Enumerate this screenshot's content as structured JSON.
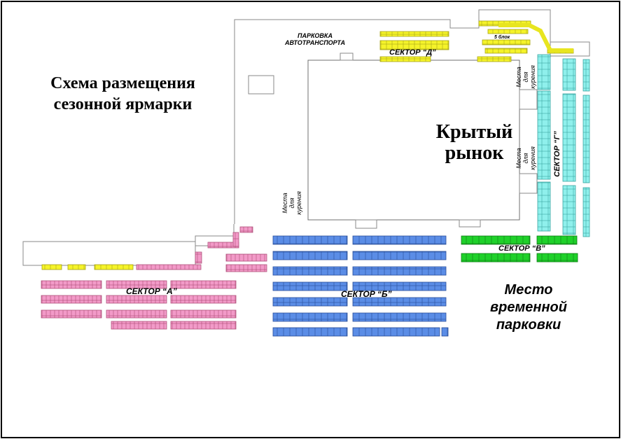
{
  "map": {
    "title_line1": "Схема размещения",
    "title_line2": "сезонной ярмарки",
    "market_line1": "Крытый",
    "market_line2": "рынок",
    "parking_line1": "ПАРКОВКА",
    "parking_line2": "АВТОТРАНСПОРТА",
    "temp_parking_line1": "Место",
    "temp_parking_line2": "временной",
    "temp_parking_line3": "парковки",
    "block_note": "5 блок",
    "smoking_line1": "Места",
    "smoking_line2": "для",
    "smoking_line3": "курения"
  },
  "sectors": {
    "a": {
      "label": "СЕКТОР “А”",
      "color": "#F29AC8"
    },
    "b": {
      "label": "СЕКТОР “Б”",
      "color": "#5B8DE6"
    },
    "v": {
      "label": "СЕКТОР “В”",
      "color": "#1FD12A"
    },
    "g": {
      "label": "СЕКТОР “Г”",
      "color": "#8FF0EC"
    },
    "d": {
      "label": "СЕКТОР “Д”",
      "color": "#F5F32A"
    }
  }
}
